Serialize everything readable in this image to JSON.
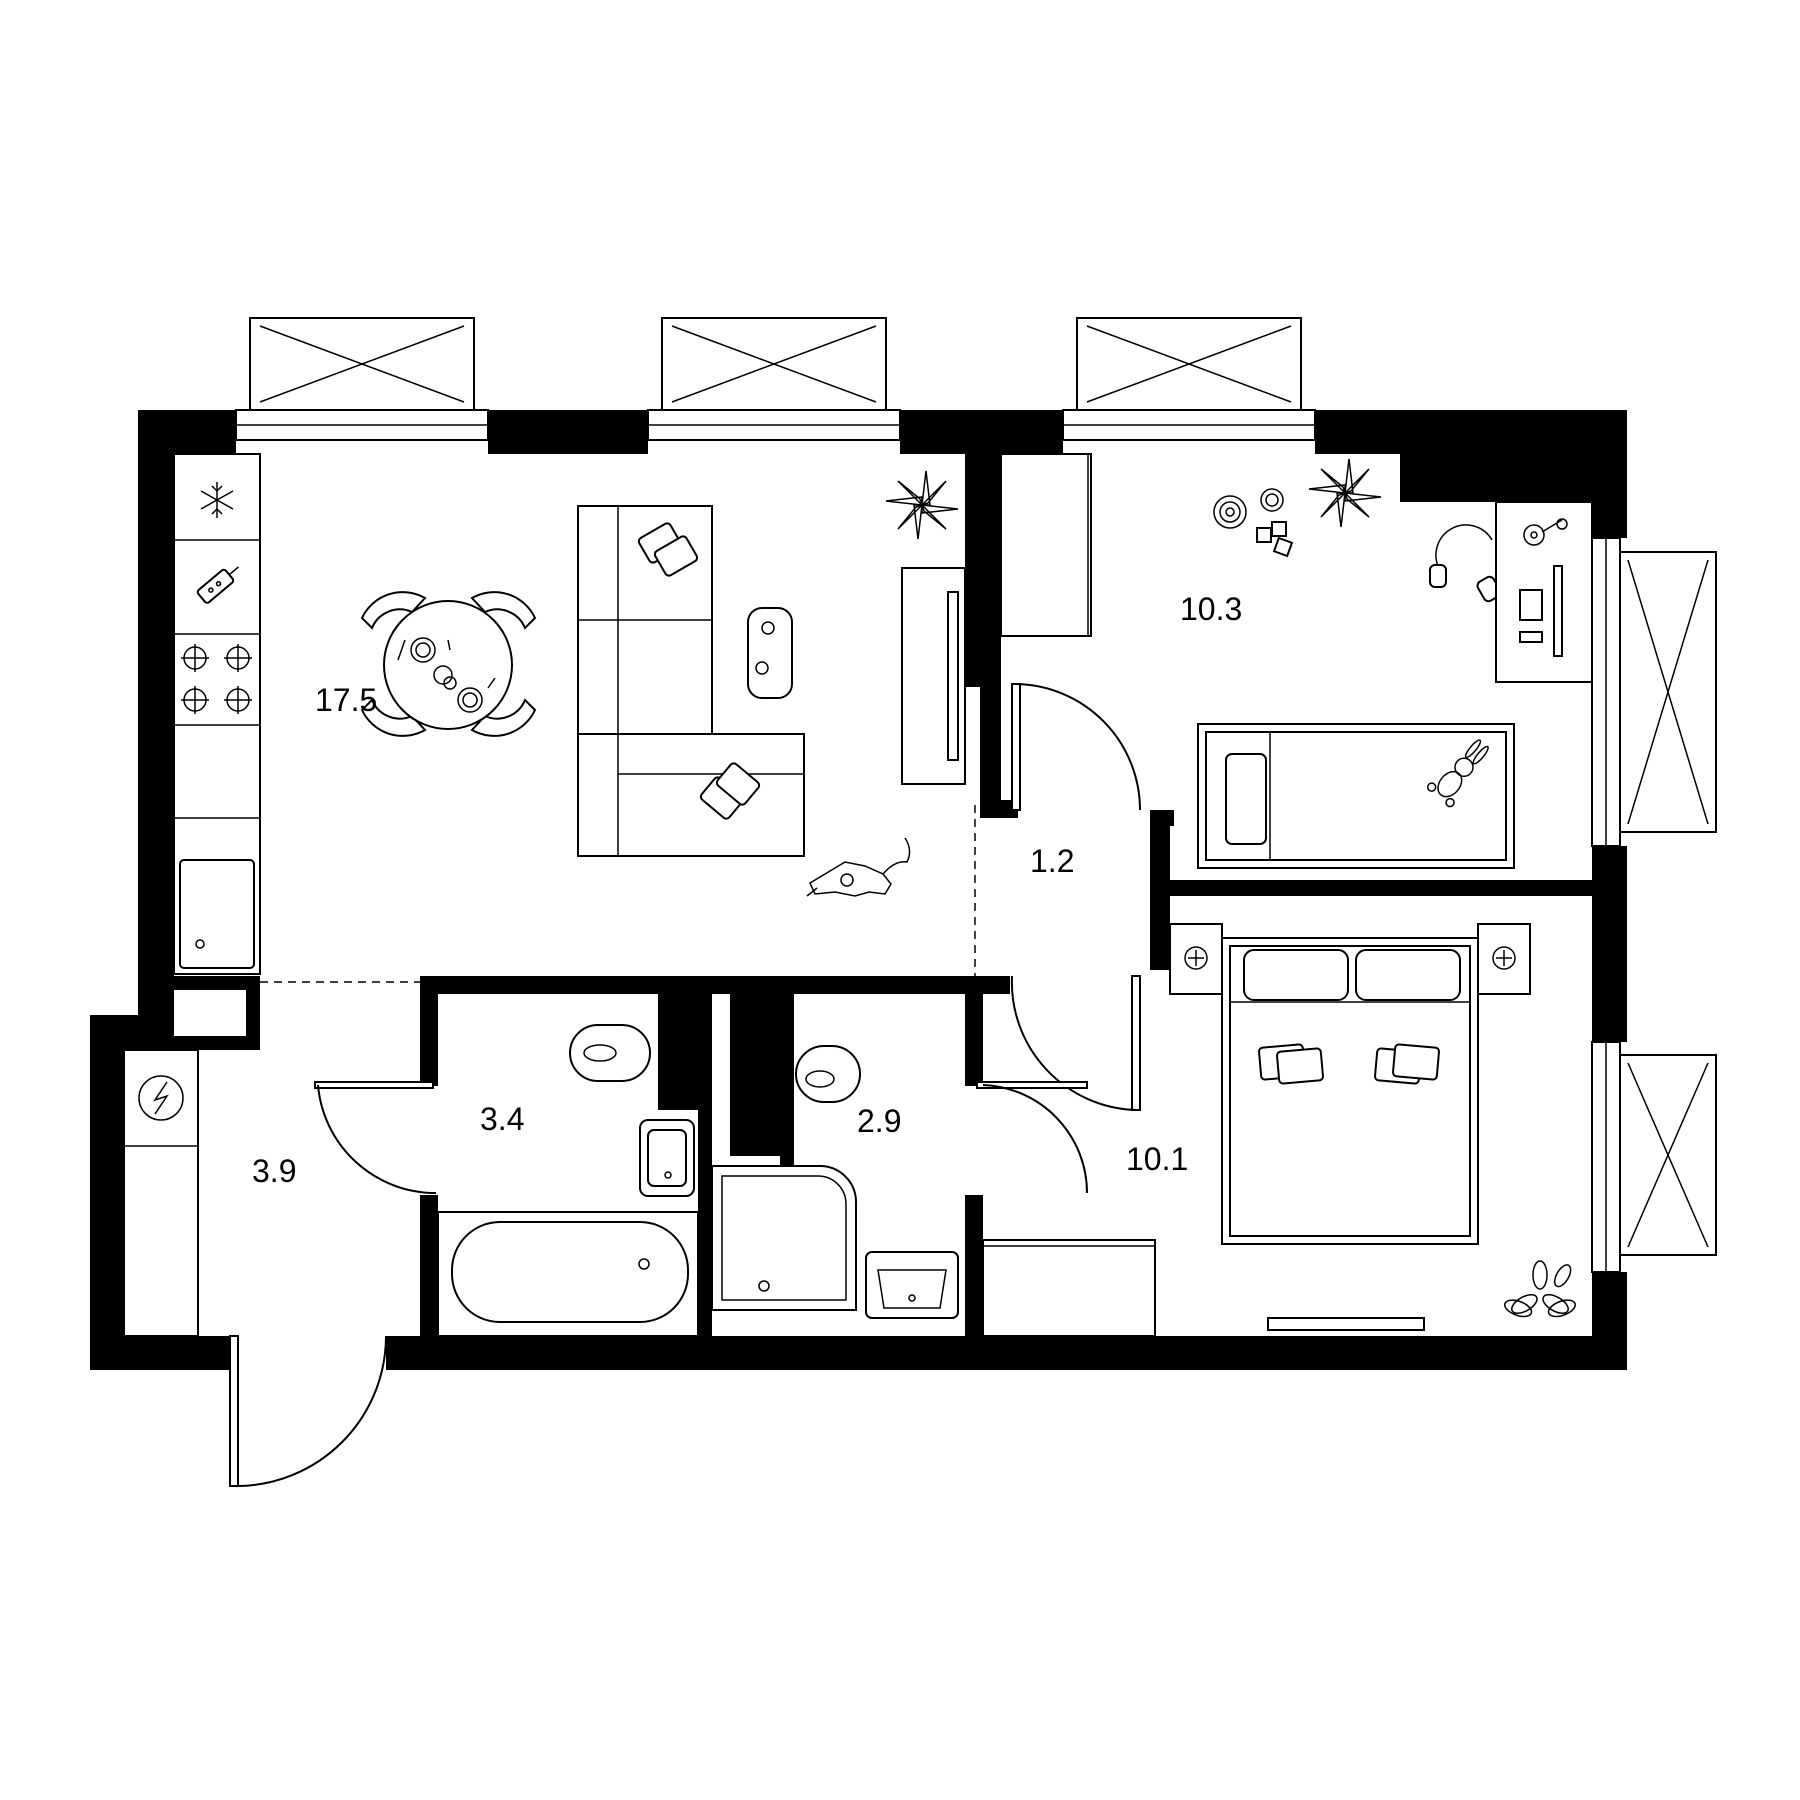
{
  "colors": {
    "wall": "#000000",
    "background": "#ffffff"
  },
  "rooms": [
    {
      "id": "kitchen-living",
      "area": "17.5"
    },
    {
      "id": "bedroom-kids",
      "area": "10.3"
    },
    {
      "id": "corridor",
      "area": "1.2"
    },
    {
      "id": "bathroom",
      "area": "3.4"
    },
    {
      "id": "shower-room",
      "area": "2.9"
    },
    {
      "id": "hallway",
      "area": "3.9"
    },
    {
      "id": "bedroom-master",
      "area": "10.1"
    }
  ],
  "icons": [
    "fridge-snowflake-icon",
    "cutting-board-icon",
    "stove-icon",
    "boiler-icon",
    "plant-icon",
    "dog-icon",
    "toy-bunny-icon",
    "toy-blocks-icon",
    "headphones-icon",
    "turntable-icon",
    "lamp-icon"
  ]
}
